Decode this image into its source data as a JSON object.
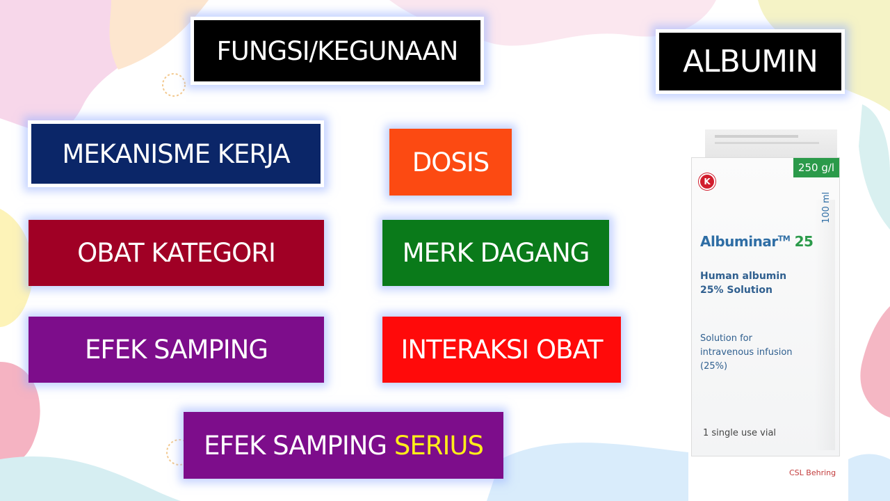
{
  "tiles": {
    "fungsi": "FUNGSI/KEGUNAAN",
    "albumin": "ALBUMIN",
    "mekanisme": "MEKANISME KERJA",
    "dosis": "DOSIS",
    "obat_kategori": "OBAT KATEGORI",
    "merk_dagang": "MERK DAGANG",
    "efek_samping": "EFEK SAMPING",
    "interaksi_obat": "INTERAKSI OBAT",
    "efek_samping_serius_prefix": "EFEK SAMPING",
    "efek_samping_serius_highlight": "SERIUS"
  },
  "product": {
    "concentration": "250 g/l",
    "volume": "100 ml",
    "k_mark": "K",
    "brand_name": "Albuminar",
    "trademark": "TM",
    "brand_number": "25",
    "line1": "Human albumin",
    "line2": "25% Solution",
    "line3": "Solution for",
    "line4": "intravenous infusion",
    "line5": "(25%)",
    "vial": "1 single use vial",
    "maker": "CSL Behring"
  },
  "colors": {
    "black": "#000000",
    "navy": "#0b2668",
    "orange": "#fc4a12",
    "crimson": "#a00025",
    "green": "#0a7a1a",
    "purple": "#7d0d8b",
    "red": "#ff0a0a",
    "highlight": "#ffee1a"
  }
}
